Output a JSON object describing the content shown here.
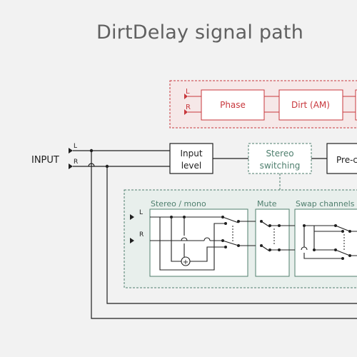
{
  "title": "DirtDelay signal path",
  "input": {
    "label": "INPUT",
    "left": "L",
    "right": "R"
  },
  "blocks": {
    "input_level": [
      "Input",
      "level"
    ],
    "stereo_switching": [
      "Stereo",
      "switching"
    ],
    "pre": "Pre-c",
    "phase": "Phase",
    "dirt": "Dirt (AM)",
    "dirt_L": "L",
    "dirt_R": "R"
  },
  "sub_blocks": {
    "stereo_mono": "Stereo / mono",
    "mute": "Mute",
    "swap": "Swap channels",
    "sub_L": "L",
    "sub_R": "R"
  },
  "colors": {
    "red": "#c8373c",
    "green": "#4f7f6e",
    "line": "#202020",
    "panel": "#ebebeb"
  }
}
